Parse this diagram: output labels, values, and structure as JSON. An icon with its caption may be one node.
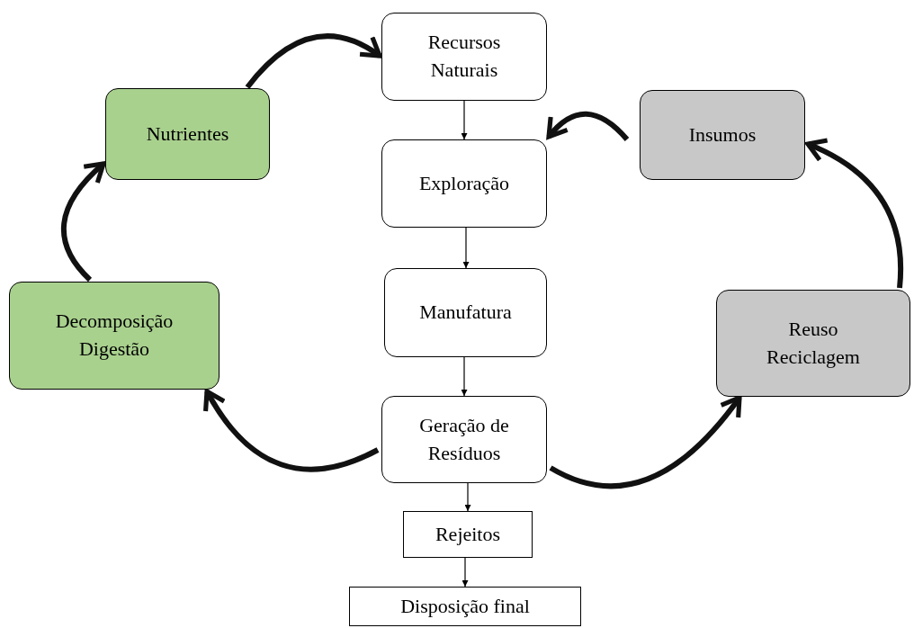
{
  "diagram": {
    "nodes": [
      {
        "text": [
          "Recursos Naturais"
        ]
      },
      {
        "text": [
          "Exploração"
        ]
      },
      {
        "text": [
          "Manufatura"
        ]
      },
      {
        "text": [
          "Geração de Resíduos"
        ]
      },
      {
        "text": [
          "Rejeitos"
        ]
      },
      {
        "text": [
          "Disposição final"
        ]
      },
      {
        "text": [
          "Nutrientes"
        ]
      },
      {
        "text": [
          "Decomposição Digestão"
        ]
      },
      {
        "text": [
          "Insumos"
        ]
      },
      {
        "text": [
          "Reuso Reciclagem"
        ]
      }
    ],
    "edges": [
      {
        "from": 0,
        "to": 1,
        "arrow": "to"
      },
      {
        "from": 1,
        "to": 2,
        "arrow": "to"
      },
      {
        "from": 2,
        "to": 3,
        "arrow": "to"
      },
      {
        "from": 3,
        "to": 4,
        "arrow": "to"
      },
      {
        "from": 4,
        "to": 5,
        "arrow": "to"
      },
      {
        "from": 6,
        "to": 0,
        "arrow": "to"
      },
      {
        "from": 8,
        "to": 1,
        "arrow": "to"
      },
      {
        "from": 9,
        "to": 8,
        "arrow": "to"
      },
      {
        "from": 3,
        "to": 9,
        "arrow": "to"
      },
      {
        "from": 3,
        "to": 7,
        "arrow": "to"
      },
      {
        "from": 7,
        "to": 6,
        "arrow": "to"
      }
    ]
  }
}
